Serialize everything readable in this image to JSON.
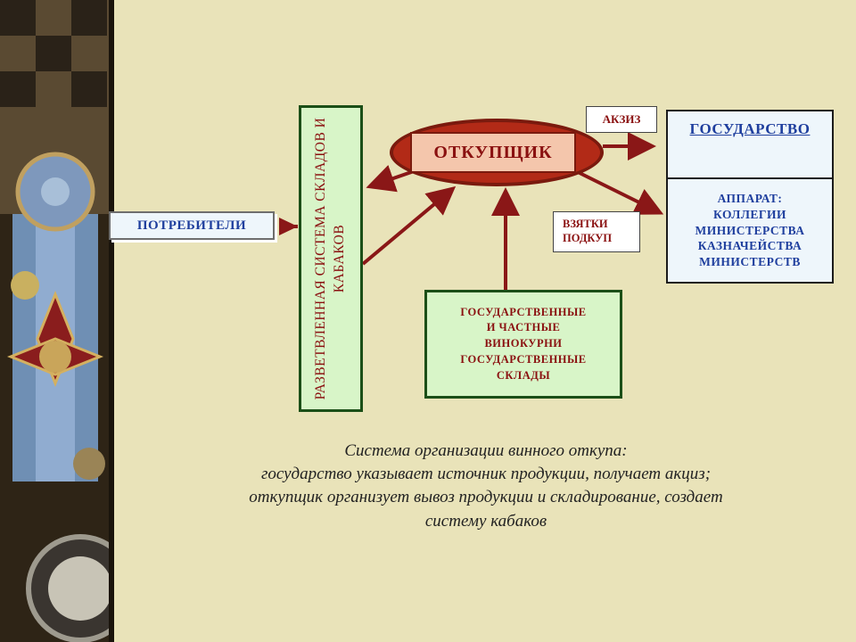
{
  "diagram": {
    "warehouses": "РАЗВЕТВЛЕННАЯ СИСТЕМА СКЛАДОВ И КАБАКОВ",
    "consumers": "ПОТРЕБИТЕЛИ",
    "farmer": "ОТКУПЩИК",
    "excise": "АКЗИЗ",
    "bribes": [
      "ВЗЯТКИ",
      "ПОДКУП"
    ],
    "state": "ГОСУДАРСТВО",
    "apparatus": [
      "АППАРАТ:",
      "КОЛЛЕГИИ",
      "МИНИСТЕРСТВА",
      "КАЗНАЧЕЙСТВА",
      "МИНИСТЕРСТВ"
    ],
    "distilleries": [
      "ГОСУДАРСТВЕННЫЕ",
      "И ЧАСТНЫЕ",
      "ВИНОКУРНИ",
      "ГОСУДАРСТВЕННЫЕ",
      "СКЛАДЫ"
    ]
  },
  "caption": [
    "Система организации винного откупа:",
    "государство указывает источник продукции, получает акциз;",
    "откупщик организует вывоз продукции и складирование, создает",
    "систему кабаков"
  ],
  "colors": {
    "arrow": "#8a1717",
    "box_green": "#d8f5c8",
    "box_blue": "#eef6fb",
    "oval": "#b22a17"
  }
}
